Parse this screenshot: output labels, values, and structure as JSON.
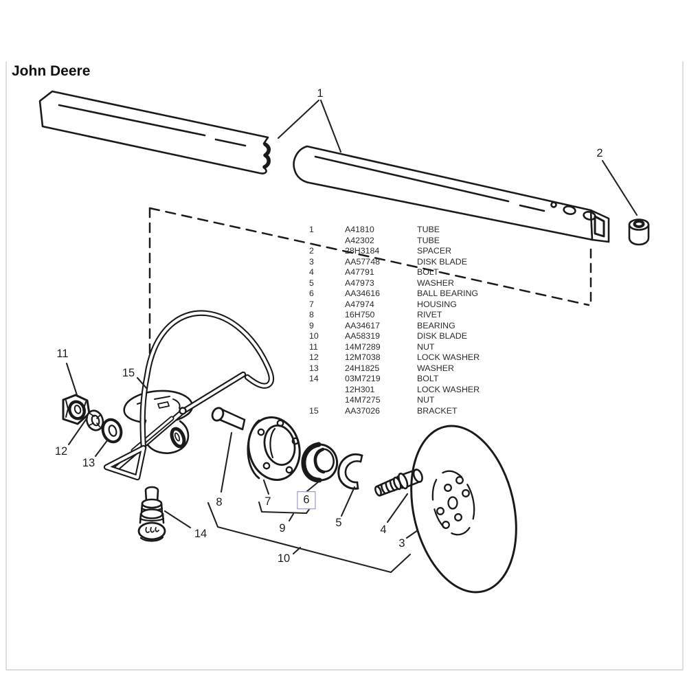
{
  "brand": "John Deere",
  "colors": {
    "highlight_box": "#8486c8",
    "line": "#1a1a1a"
  },
  "diagram": {
    "callouts": [
      "1",
      "2",
      "3",
      "4",
      "5",
      "6",
      "7",
      "8",
      "9",
      "10",
      "11",
      "12",
      "13",
      "14",
      "15"
    ],
    "highlighted_callout": "6"
  },
  "parts_list": {
    "rows": [
      {
        "item": "1",
        "part_number": "A41810",
        "description": "TUBE"
      },
      {
        "item": "",
        "part_number": "A42302",
        "description": "TUBE"
      },
      {
        "item": "2",
        "part_number": "28H3184",
        "description": "SPACER"
      },
      {
        "item": "3",
        "part_number": "AA57748",
        "description": "DISK BLADE"
      },
      {
        "item": "4",
        "part_number": "A47791",
        "description": "BOLT"
      },
      {
        "item": "5",
        "part_number": "A47973",
        "description": "WASHER"
      },
      {
        "item": "6",
        "part_number": "AA34616",
        "description": "BALL BEARING"
      },
      {
        "item": "7",
        "part_number": "A47974",
        "description": "HOUSING"
      },
      {
        "item": "8",
        "part_number": "16H750",
        "description": "RIVET"
      },
      {
        "item": "9",
        "part_number": "AA34617",
        "description": "BEARING"
      },
      {
        "item": "10",
        "part_number": "AA58319",
        "description": "DISK BLADE"
      },
      {
        "item": "11",
        "part_number": "14M7289",
        "description": "NUT"
      },
      {
        "item": "12",
        "part_number": "12M7038",
        "description": "LOCK WASHER"
      },
      {
        "item": "13",
        "part_number": "24H1825",
        "description": "WASHER"
      },
      {
        "item": "14",
        "part_number": "03M7219",
        "description": "BOLT"
      },
      {
        "item": "",
        "part_number": "12H301",
        "description": "LOCK WASHER"
      },
      {
        "item": "",
        "part_number": "14M7275",
        "description": "NUT"
      },
      {
        "item": "15",
        "part_number": "AA37026",
        "description": "BRACKET"
      }
    ]
  }
}
